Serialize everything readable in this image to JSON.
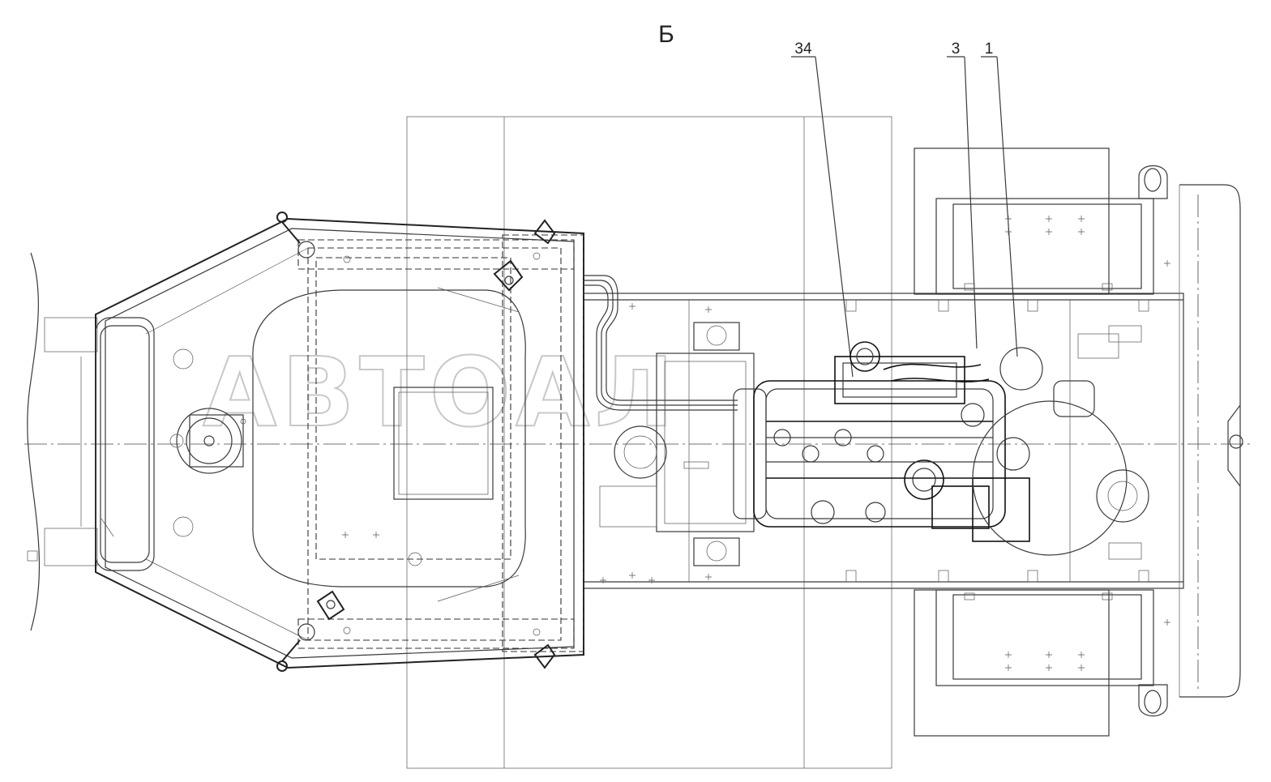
{
  "view_label": "Б",
  "watermark": "АВТОАЛ",
  "callouts": [
    {
      "label": "34"
    },
    {
      "label": "3"
    },
    {
      "label": "1"
    }
  ]
}
